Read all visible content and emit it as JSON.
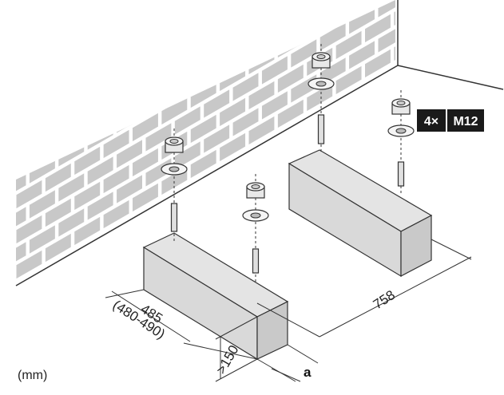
{
  "labels": {
    "quantity": "4×",
    "bolt_size": "M12",
    "width_nominal": "485",
    "width_range": "(480-490)",
    "length": "758",
    "height_min": ">150",
    "offset": "a",
    "unit": "(mm)"
  },
  "colors": {
    "brick_fill": "#c8c8c8",
    "brick_stroke": "#ffffff",
    "block_front": "#d9d9d9",
    "block_top": "#e4e4e4",
    "block_side": "#c9c9c9",
    "line": "#333333",
    "badge_bg": "#1a1a1a"
  }
}
